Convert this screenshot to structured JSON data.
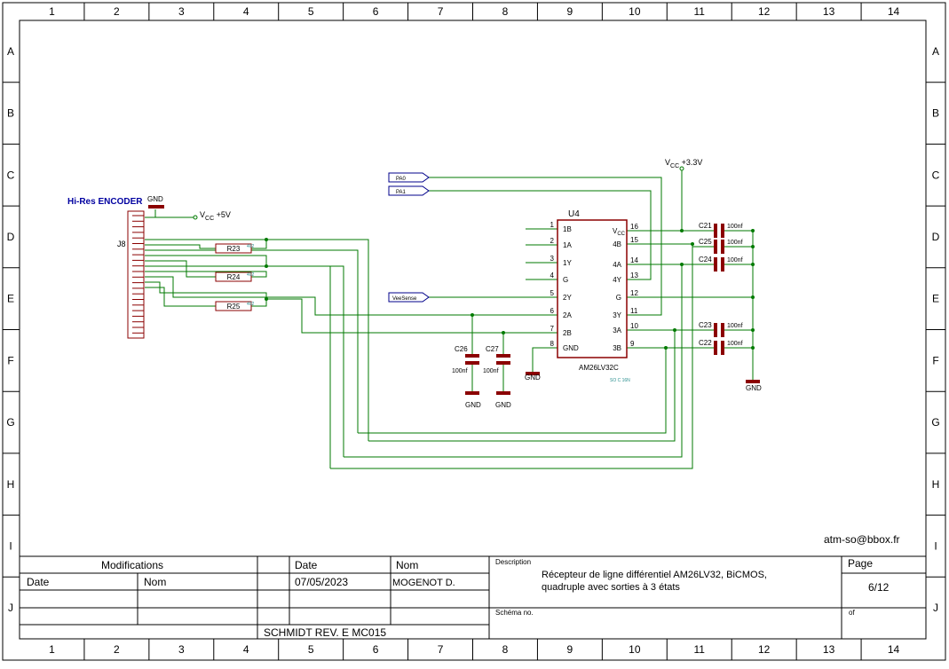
{
  "colors": {
    "wire": "#007a00",
    "part": "#8b0000",
    "border": "#000000",
    "title_blue": "#0000a0",
    "teal": "#2a8f8f"
  },
  "columns": [
    "1",
    "2",
    "3",
    "4",
    "5",
    "6",
    "7",
    "8",
    "9",
    "10",
    "11",
    "12",
    "13",
    "14"
  ],
  "rows": [
    "A",
    "B",
    "C",
    "D",
    "E",
    "F",
    "G",
    "H",
    "I",
    "J"
  ],
  "encoder": {
    "title": "Hi-Res  ENCODER",
    "ref": "J8",
    "gnd_label": "GND",
    "vcc_prefix": "V",
    "vcc_sub": "CC",
    "vcc_value": " +5V"
  },
  "resistors": [
    {
      "ref": "R23",
      "val": "402"
    },
    {
      "ref": "R24",
      "val": "402"
    },
    {
      "ref": "R25",
      "val": "402"
    }
  ],
  "ports": [
    {
      "name": "PA0"
    },
    {
      "name": "PA1"
    },
    {
      "name": "VeeSense"
    }
  ],
  "ic": {
    "ref": "U4",
    "part": "AM26LV32C",
    "note": "SO C 16N",
    "left_pins": [
      {
        "num": "1",
        "name": "1B"
      },
      {
        "num": "2",
        "name": "1A"
      },
      {
        "num": "3",
        "name": "1Y"
      },
      {
        "num": "4",
        "name": "G"
      },
      {
        "num": "5",
        "name": "2Y"
      },
      {
        "num": "6",
        "name": "2A"
      },
      {
        "num": "7",
        "name": "2B"
      },
      {
        "num": "8",
        "name": "GND"
      }
    ],
    "right_pins": [
      {
        "num": "16",
        "name": "V"
      },
      {
        "num": "15",
        "name": "4B"
      },
      {
        "num": "14",
        "name": "4A"
      },
      {
        "num": "13",
        "name": "4Y"
      },
      {
        "num": "12",
        "name": "G"
      },
      {
        "num": "11",
        "name": "3Y"
      },
      {
        "num": "10",
        "name": "3A"
      },
      {
        "num": "9",
        "name": "3B"
      }
    ],
    "vcc_sub": "CC"
  },
  "vcc33": {
    "prefix": "V",
    "sub": "CC",
    "value": " +3.3V"
  },
  "capacitors": [
    {
      "ref": "C21",
      "val": "100nf"
    },
    {
      "ref": "C25",
      "val": "100nf"
    },
    {
      "ref": "C24",
      "val": "100nf"
    },
    {
      "ref": "C23",
      "val": "100nf"
    },
    {
      "ref": "C22",
      "val": "100nf"
    },
    {
      "ref": "C26",
      "val": "100nf"
    },
    {
      "ref": "C27",
      "val": "100nf"
    }
  ],
  "gnd_label": "GND",
  "email": "atm-so@bbox.fr",
  "title_block": {
    "modifications": "Modifications",
    "date_h": "Date",
    "nom_h": "Nom",
    "date_col": "Date",
    "nom_col": "Nom",
    "date_value": "07/05/2023",
    "nom_value": "MOGENOT D.",
    "description_label": "Description",
    "description_line1": "Récepteur de ligne différentiel AM26LV32, BiCMOS,",
    "description_line2": "quadruple avec sorties à 3 états",
    "page_label": "Page",
    "page_value": "6/12",
    "schema_label": "Schéma no.",
    "of_label": "of",
    "footer": "SCHMIDT  REV. E    MC015"
  }
}
